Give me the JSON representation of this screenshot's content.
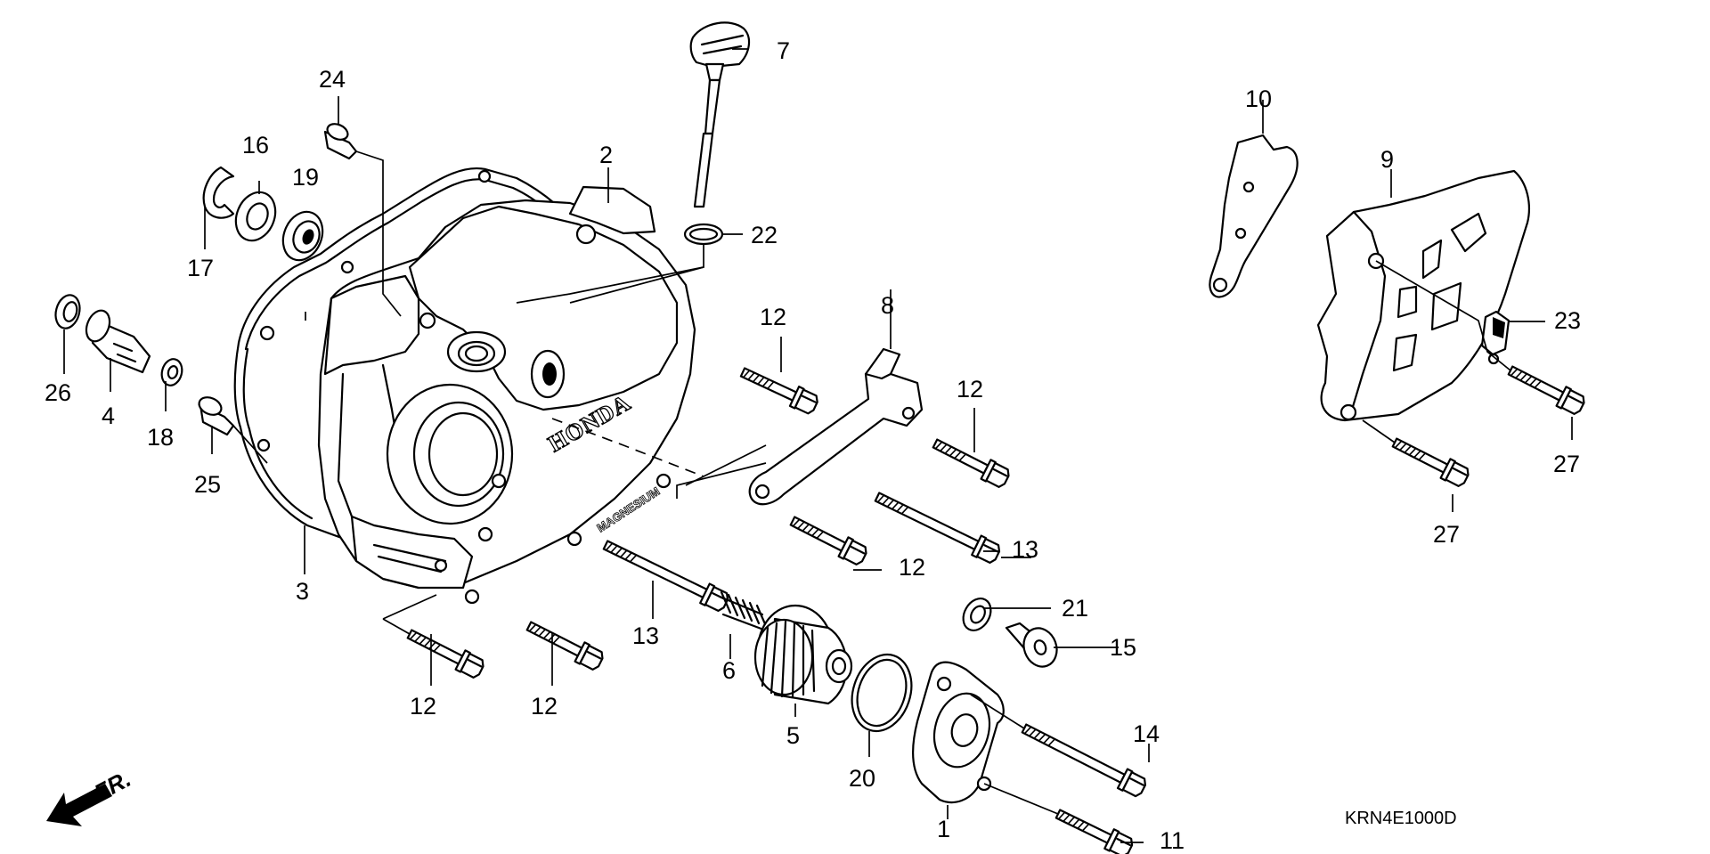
{
  "diagram": {
    "catalog_code": "KRN4E1000D",
    "direction_label": "FR.",
    "emboss_brand": "HONDA",
    "emboss_material": "MAGNESIUM",
    "callouts": [
      {
        "id": "c1",
        "label": "1"
      },
      {
        "id": "c2",
        "label": "2"
      },
      {
        "id": "c3",
        "label": "3"
      },
      {
        "id": "c4",
        "label": "4"
      },
      {
        "id": "c5",
        "label": "5"
      },
      {
        "id": "c6",
        "label": "6"
      },
      {
        "id": "c7",
        "label": "7"
      },
      {
        "id": "c8",
        "label": "8"
      },
      {
        "id": "c9",
        "label": "9"
      },
      {
        "id": "c10",
        "label": "10"
      },
      {
        "id": "c11",
        "label": "11"
      },
      {
        "id": "c12a",
        "label": "12"
      },
      {
        "id": "c12b",
        "label": "12"
      },
      {
        "id": "c12c",
        "label": "12"
      },
      {
        "id": "c12d",
        "label": "12"
      },
      {
        "id": "c12e",
        "label": "12"
      },
      {
        "id": "c13a",
        "label": "13"
      },
      {
        "id": "c13b",
        "label": "13"
      },
      {
        "id": "c14",
        "label": "14"
      },
      {
        "id": "c15",
        "label": "15"
      },
      {
        "id": "c16",
        "label": "16"
      },
      {
        "id": "c17",
        "label": "17"
      },
      {
        "id": "c18",
        "label": "18"
      },
      {
        "id": "c19",
        "label": "19"
      },
      {
        "id": "c20",
        "label": "20"
      },
      {
        "id": "c21",
        "label": "21"
      },
      {
        "id": "c22",
        "label": "22"
      },
      {
        "id": "c23",
        "label": "23"
      },
      {
        "id": "c24",
        "label": "24"
      },
      {
        "id": "c25",
        "label": "25"
      },
      {
        "id": "c26",
        "label": "26"
      },
      {
        "id": "c27a",
        "label": "27"
      },
      {
        "id": "c27b",
        "label": "27"
      }
    ]
  }
}
